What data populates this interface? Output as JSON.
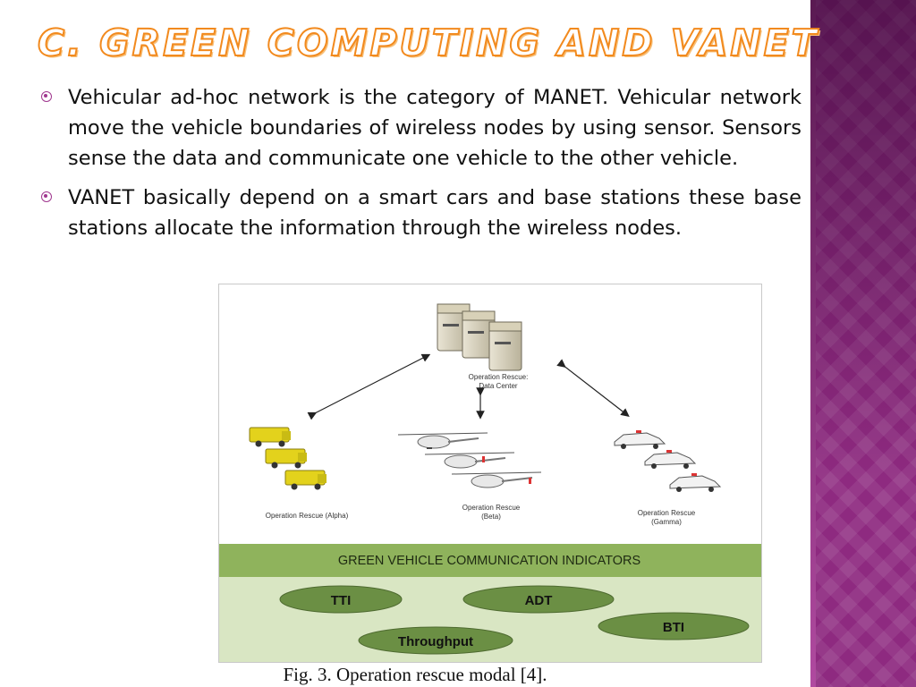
{
  "slide": {
    "title": "C. Green Computing and VANET",
    "bullets": [
      {
        "text": "Vehicular ad-hoc network is the category of MANET. Vehicular network move the vehicle boundaries of wireless nodes by using sensor. Sensors sense the data and communicate one vehicle to the other vehicle."
      },
      {
        "text": "VANET basically depend on a smart cars and base stations these base stations allocate the information through the wireless nodes."
      }
    ]
  },
  "figure": {
    "data_center_label_1": "Operation Rescue:",
    "data_center_label_2": "Data Center",
    "alpha_label": "Operation Rescue (Alpha)",
    "beta_label_1": "Operation Rescue",
    "beta_label_2": "(Beta)",
    "gamma_label_1": "Operation Rescue",
    "gamma_label_2": "(Gamma)",
    "indicators_header": "GREEN VEHICLE COMMUNICATION INDICATORS",
    "indicators": {
      "tti": "TTI",
      "adt": "ADT",
      "bti": "BTI",
      "throughput": "Throughput"
    },
    "caption": "Fig. 3. Operation rescue modal [4]."
  },
  "colors": {
    "title_orange": "#f28a1e",
    "accent_purple": "#8e2a80",
    "indicator_green": "#8fb35c",
    "indicator_bg": "#d9e6c3",
    "ellipse_green": "#6b8f44"
  }
}
